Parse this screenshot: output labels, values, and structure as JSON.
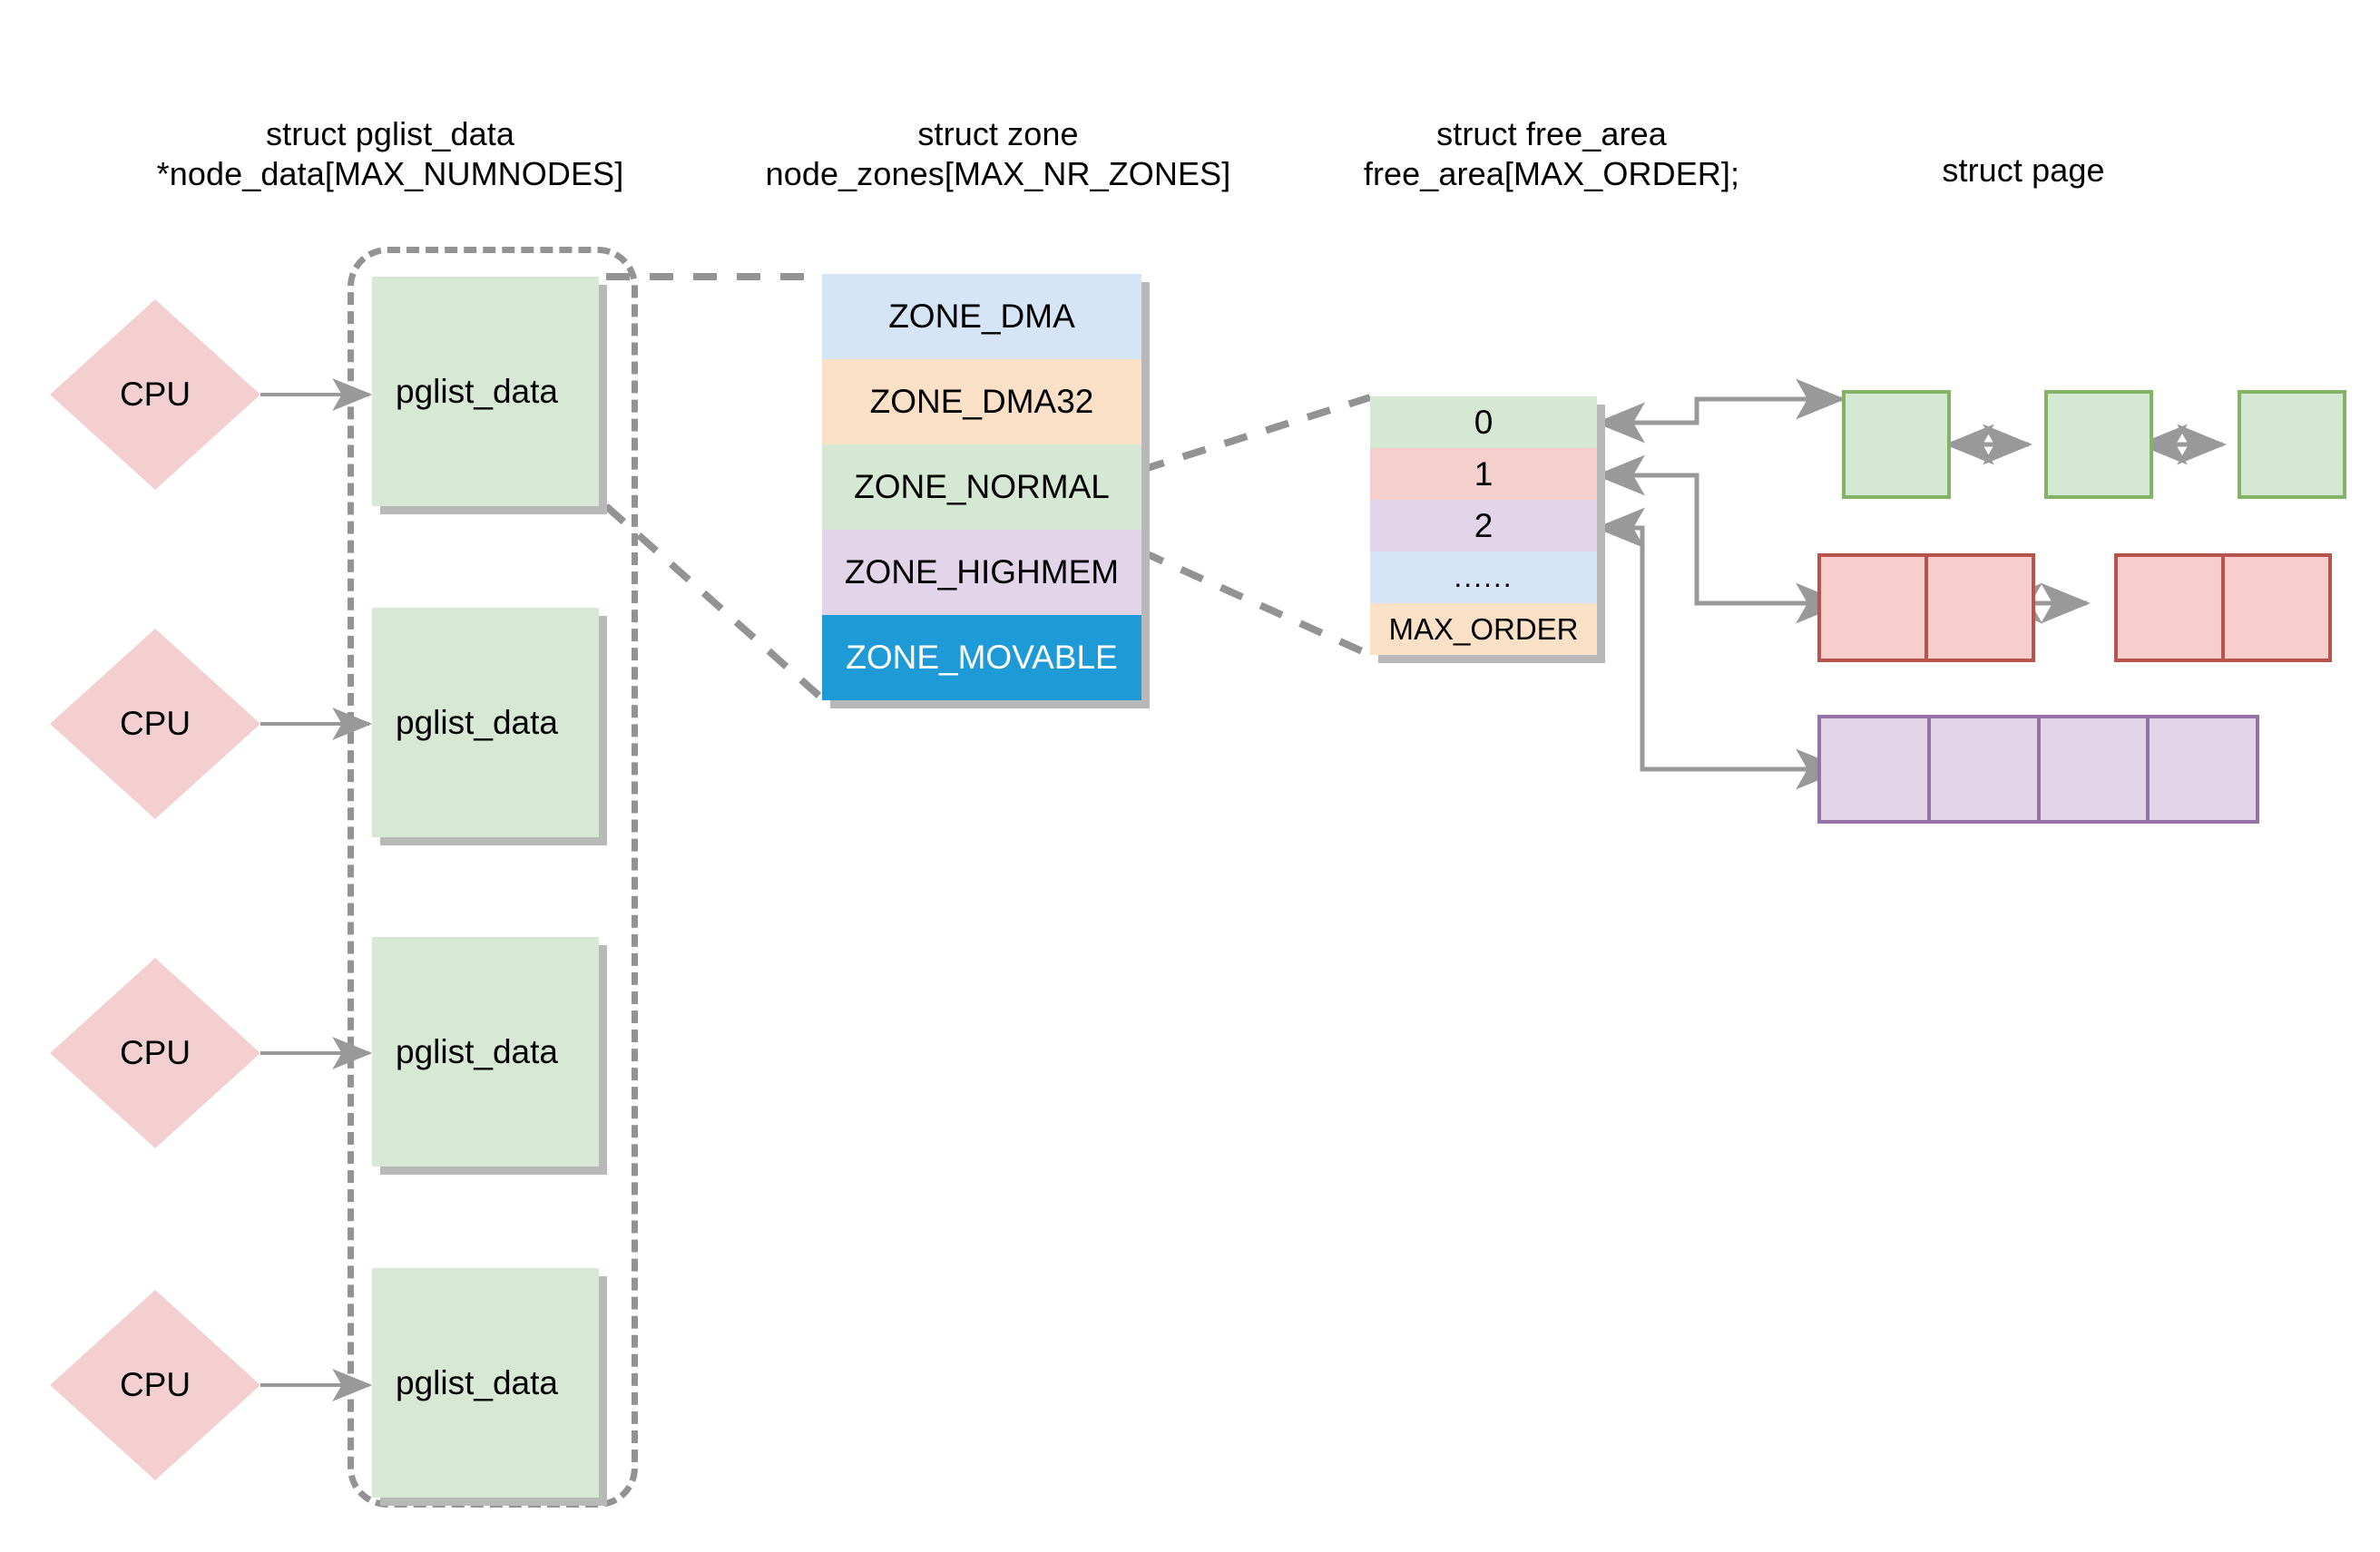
{
  "headers": [
    {
      "id": "pglist-data-header",
      "text": "struct pglist_data\n*node_data[MAX_NUMNODES]"
    },
    {
      "id": "zone-header",
      "text": "struct zone\nnode_zones[MAX_NR_ZONES]"
    },
    {
      "id": "free-area-header",
      "text": "struct free_area\nfree_area[MAX_ORDER];"
    },
    {
      "id": "page-header",
      "text": "struct page"
    }
  ],
  "cpus": [
    {
      "label": "CPU"
    },
    {
      "label": "CPU"
    },
    {
      "label": "CPU"
    },
    {
      "label": "CPU"
    }
  ],
  "pglist_nodes": [
    {
      "label": "pglist_data"
    },
    {
      "label": "pglist_data"
    },
    {
      "label": "pglist_data"
    },
    {
      "label": "pglist_data"
    }
  ],
  "zones": {
    "rows": [
      {
        "label": "ZONE_DMA",
        "bg": "#d6e4f7",
        "fg": "#000000"
      },
      {
        "label": "ZONE_DMA32",
        "bg": "#fbe0c8",
        "fg": "#000000"
      },
      {
        "label": "ZONE_NORMAL",
        "bg": "#d5e8d4",
        "fg": "#000000"
      },
      {
        "label": "ZONE_HIGHMEM",
        "bg": "#e2d5ea",
        "fg": "#000000"
      },
      {
        "label": "ZONE_MOVABLE",
        "bg": "#1e9ad6",
        "fg": "#ffffff"
      }
    ]
  },
  "free_area": {
    "rows": [
      {
        "label": "0",
        "bg": "#d5e8d4"
      },
      {
        "label": "1",
        "bg": "#f4cfcb"
      },
      {
        "label": "2",
        "bg": "#e2d5ea"
      },
      {
        "label": "......",
        "bg": "#d6e4f7"
      },
      {
        "label": "MAX_ORDER",
        "bg": "#fbe0c8"
      }
    ]
  },
  "page_rows": [
    {
      "name": "order-0-pages",
      "color": {
        "bg": "#d5e8d4",
        "border": "#82b366"
      },
      "blocks": [
        {
          "cells": 1
        },
        {
          "cells": 1
        },
        {
          "cells": 1
        }
      ]
    },
    {
      "name": "order-1-pages",
      "color": {
        "bg": "#f8cecc",
        "border": "#b85450"
      },
      "blocks": [
        {
          "cells": 2
        },
        {
          "cells": 2
        }
      ]
    },
    {
      "name": "order-2-pages",
      "color": {
        "bg": "#e1d5e7",
        "border": "#9673a6"
      },
      "blocks": [
        {
          "cells": 4
        }
      ]
    }
  ],
  "colors": {
    "connector": "#999999",
    "dashed_group": "#939393",
    "shadow": "#b8b8b8",
    "cpu_fill": "#f4cfd1",
    "pglist_fill": "#d7e8d4"
  }
}
